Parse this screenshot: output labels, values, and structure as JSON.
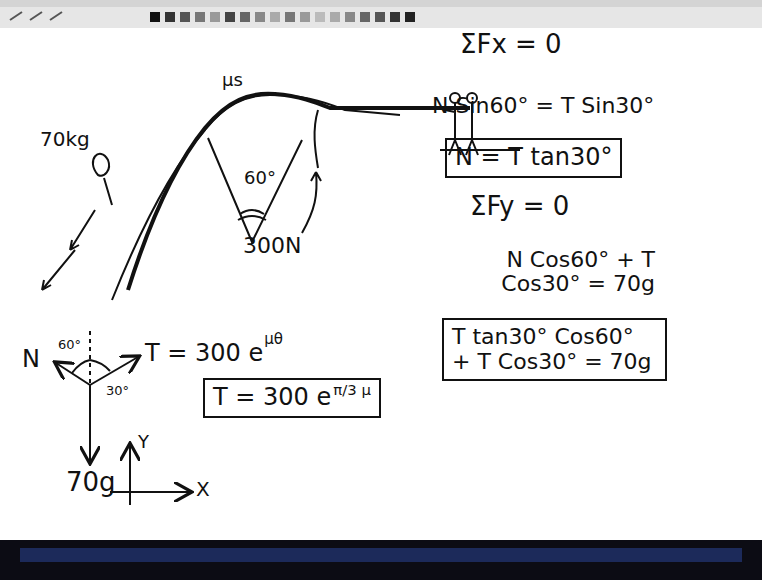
{
  "diagram": {
    "nodes": [
      {
        "text": [
          "N = T tan30°"
        ]
      },
      {
        "text": [
          "T tan30° Cos60° + T Cos30° = 70g"
        ]
      },
      {
        "text": [
          "T = 300 e",
          "π/3 μ"
        ]
      }
    ],
    "labels": [
      "70kg",
      "μs",
      "60°",
      "300N",
      "T = 300 e",
      "μθ",
      "N",
      "60°",
      "30°",
      "70g",
      "Y",
      "X",
      "ΣFx = 0",
      "N Sin60° = T Sin30°",
      "ΣFy = 0",
      "N Cos60° + T Cos30° = 70g"
    ]
  }
}
